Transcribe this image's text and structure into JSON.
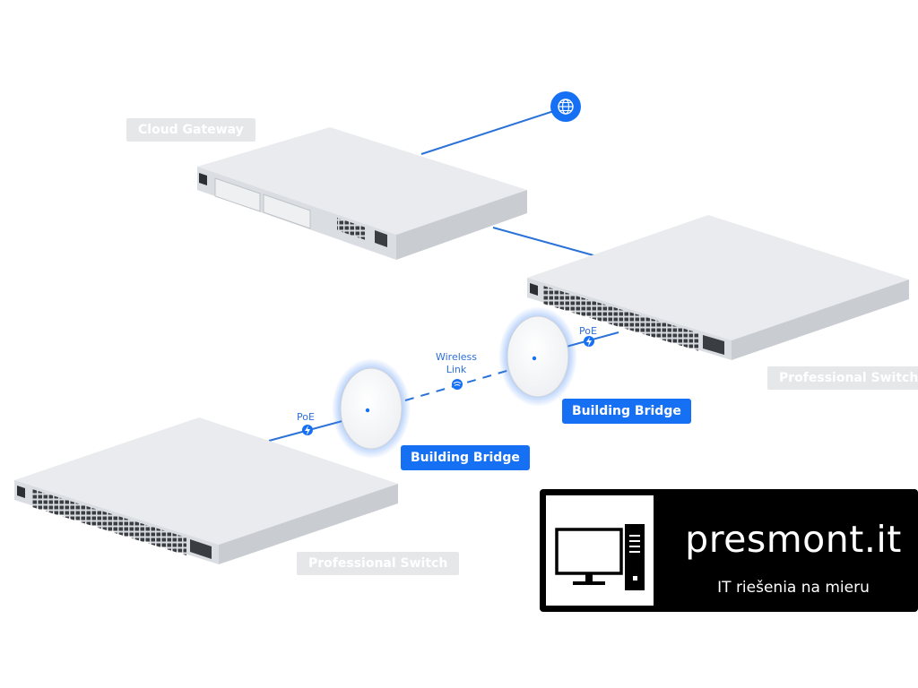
{
  "devices": {
    "cloud_gateway": {
      "label": "Cloud Gateway"
    },
    "switch_right": {
      "label": "Professional Switch"
    },
    "switch_left": {
      "label": "Professional Switch"
    },
    "bridge_left": {
      "label": "Building Bridge"
    },
    "bridge_right": {
      "label": "Building Bridge"
    }
  },
  "connections": {
    "poe_left": "PoE",
    "poe_right": "PoE",
    "wireless_line1": "Wireless",
    "wireless_line2": "Link"
  },
  "icons": {
    "internet": "globe-icon",
    "poe": "lightning-bolt-icon",
    "wireless": "wifi-link-icon",
    "logo": "computer-icon"
  },
  "colors": {
    "accent": "#1670f3",
    "link_line": "#2a72d8",
    "device_body": "#dfe2e6",
    "label_gray": "#e6e7e9"
  },
  "logo": {
    "name": "presmont.it",
    "tagline": "IT riešenia na mieru"
  }
}
